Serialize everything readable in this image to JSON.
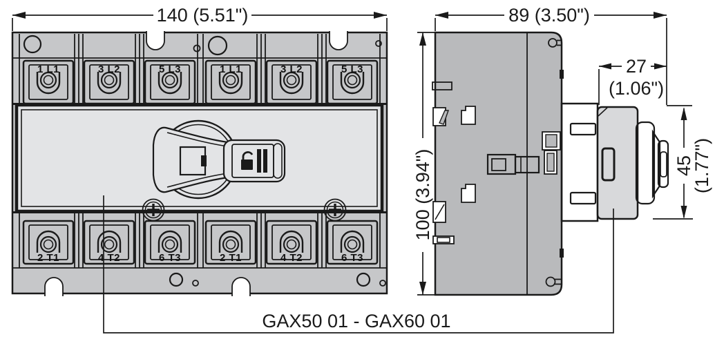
{
  "product_label": "GAX50 01 - GAX60 01",
  "dimensions": {
    "front_width": "140 (5.51\")",
    "side_depth": "89 (3.50\")",
    "side_height": "100 (3.94\")",
    "handle_depth_value": "27",
    "handle_depth_inches": "(1.06\")",
    "handle_height_value": "45",
    "handle_height_inches": "(1.77\")"
  },
  "front_view": {
    "top_terminals": [
      "1 L1",
      "3 L2",
      "5 L3",
      "1 L1",
      "3 L2",
      "5 L3"
    ],
    "bottom_terminals": [
      "2 T1",
      "4 T2",
      "6 T3",
      "2 T1",
      "4 T2",
      "6 T3"
    ]
  },
  "icons": {
    "padlock": "open-padlock-icon",
    "screws": "phillips-screw-icon"
  },
  "colors": {
    "line": "#1a1a1a",
    "front_body_gray": "#c6c7c9",
    "front_panel_gray": "#e3e4e6",
    "side_body_gray": "#b9babc",
    "handle_plate_gray": "#d8d9db",
    "background": "#ffffff"
  }
}
